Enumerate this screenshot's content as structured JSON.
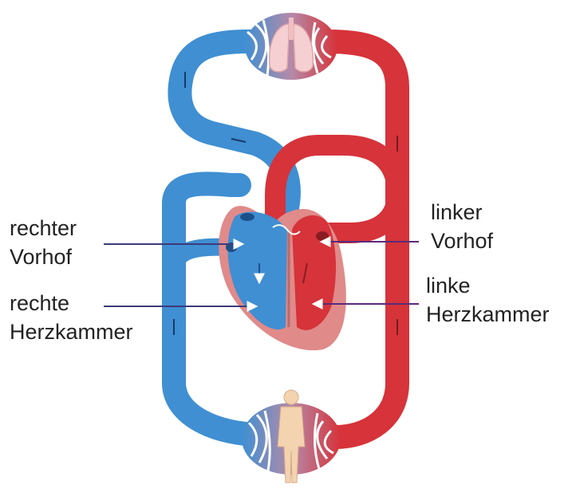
{
  "labels": {
    "right_atrium": {
      "line1": "rechter",
      "line2": "Vorhof"
    },
    "right_ventricle": {
      "line1": "rechte",
      "line2": "Herzkammer"
    },
    "left_atrium": {
      "line1": "linker",
      "line2": "Vorhof"
    },
    "left_ventricle": {
      "line1": "linke",
      "line2": "Herzkammer"
    }
  },
  "colors": {
    "deoxygenated_blood": "#3f8fd2",
    "oxygenated_blood": "#d6333a",
    "heart_wall": "#e08a8a",
    "leader_line": "#3c3c7a"
  },
  "icons": {
    "top_organ": "lungs-icon",
    "bottom_organ": "human-body-icon"
  }
}
